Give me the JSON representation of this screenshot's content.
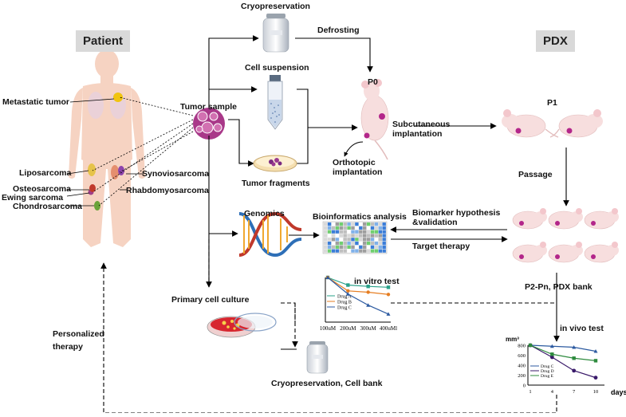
{
  "headers": {
    "patient": "Patient",
    "pdx": "PDX"
  },
  "patient_labels": {
    "metastatic": "Metastatic tumor",
    "liposarcoma": "Liposarcoma",
    "synoviosarcoma": "Synoviosarcoma",
    "osteosarcoma": "Osteosarcoma",
    "rhabdomyosarcoma": "Rhabdomyosarcoma",
    "ewing": "Ewing sarcoma",
    "chondrosarcoma": "Chondrosarcoma",
    "personalized": "Personalized\ntherapy"
  },
  "flow_labels": {
    "tumor_sample": "Tumor sample",
    "cryopreservation": "Cryopreservation",
    "defrosting": "Defrosting",
    "cell_suspension": "Cell suspension",
    "tumor_fragments": "Tumor fragments",
    "p0": "P0",
    "subcutaneous": "Subcutaneous\nimplantation",
    "orthotopic": "Orthotopic\nimplantation",
    "p1": "P1",
    "passage": "Passage",
    "genomics": "Genomics",
    "bioinformatics": "Bioinformatics analysis",
    "biomarker": "Biomarker hypothesis\n&validation",
    "target_therapy": "Target therapy",
    "pdx_bank": "P2-Pn, PDX bank",
    "primary_culture": "Primary cell culture",
    "cell_bank": "Cryopreservation, Cell bank"
  },
  "icon_names": [
    "human-body-icon",
    "tumor-cells-icon",
    "cryo-tank-icon",
    "test-tube-icon",
    "petri-dish-icon",
    "mouse-icon",
    "dna-icon",
    "heatmap-icon"
  ],
  "colors": {
    "mouse": "#f7dede",
    "tumor_mark": "#b3268a",
    "body": "#f6d3c2",
    "petri": "#d7262f",
    "arrow": "#000000"
  },
  "chart_data": [
    {
      "type": "line",
      "title": "in vitro test",
      "categories": [
        "100uM",
        "200uM",
        "300uM",
        "400uMl"
      ],
      "ylim": [
        0,
        100
      ],
      "series": [
        {
          "name": "Drug A",
          "color": "#2aa18a",
          "values": [
            100,
            83,
            80,
            78
          ]
        },
        {
          "name": "Drug B",
          "color": "#e67e22",
          "values": [
            100,
            70,
            67,
            62
          ]
        },
        {
          "name": "Drug C",
          "color": "#2c5aa0",
          "values": [
            100,
            63,
            38,
            18
          ]
        }
      ]
    },
    {
      "type": "line",
      "title": "in vivo test",
      "ylabel": "mm³",
      "xlabel": "days",
      "x": [
        1,
        4,
        7,
        10
      ],
      "yticks": [
        0,
        200,
        400,
        600,
        800
      ],
      "ylim": [
        0,
        800
      ],
      "series": [
        {
          "name": "Drug C",
          "color": "#2c5aa0",
          "values": [
            800,
            780,
            760,
            680
          ]
        },
        {
          "name": "Drug D",
          "color": "#3a1a6a",
          "values": [
            800,
            560,
            290,
            150
          ]
        },
        {
          "name": "Drug E",
          "color": "#2e8b3e",
          "values": [
            800,
            620,
            540,
            490
          ]
        }
      ]
    }
  ]
}
